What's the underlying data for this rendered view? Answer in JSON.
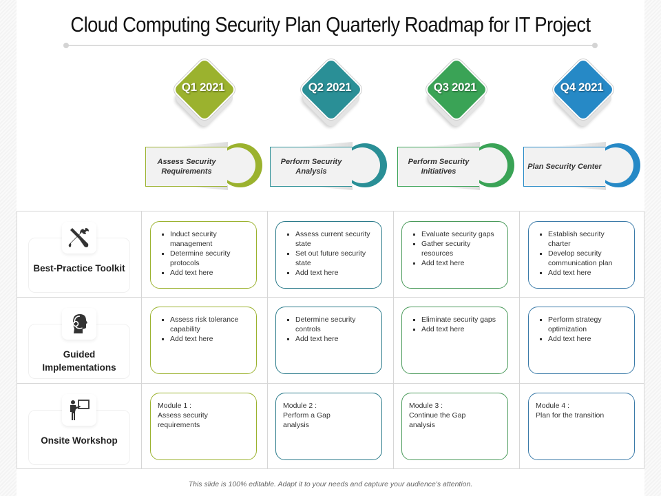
{
  "title": "Cloud Computing Security Plan Quarterly Roadmap for IT Project",
  "colors": {
    "q1": "#9bb22e",
    "q2": "#2a8f96",
    "q3": "#3aa356",
    "q4": "#2689c6"
  },
  "quarters": [
    {
      "label": "Q1 2021",
      "stage": "Assess Security Requirements"
    },
    {
      "label": "Q2 2021",
      "stage": "Perform Security Analysis"
    },
    {
      "label": "Q3 2021",
      "stage": "Perform Security Initiatives"
    },
    {
      "label": "Q4 2021",
      "stage": "Plan Security Center"
    }
  ],
  "rows": [
    {
      "label": "Best-Practice Toolkit",
      "icon": "tools-icon",
      "cells": [
        [
          "Induct security management",
          "Determine security protocols",
          "Add text here"
        ],
        [
          "Assess current security state",
          "Set out future security state",
          "Add text here"
        ],
        [
          "Evaluate security gaps",
          "Gather security resources",
          "Add text here"
        ],
        [
          "Establish security charter",
          "Develop security communication plan",
          "Add text here"
        ]
      ]
    },
    {
      "label": "Guided Implementations",
      "icon": "support-agent-icon",
      "cells": [
        [
          "Assess risk tolerance capability",
          "Add text here"
        ],
        [
          "Determine security controls",
          "Add text here"
        ],
        [
          "Eliminate security gaps",
          "Add text here"
        ],
        [
          "Perform strategy optimization",
          "Add text here"
        ]
      ]
    },
    {
      "label": "Onsite Workshop",
      "icon": "presenter-icon",
      "cells": [
        "Module 1 :\nAssess security\nrequirements",
        "Module 2 :\nPerform a Gap\nanalysis",
        "Module 3 :\nContinue the Gap\nanalysis",
        "Module 4 :\nPlan for the transition"
      ]
    }
  ],
  "footer": "This slide is 100% editable. Adapt it to your needs and capture your audience's attention."
}
